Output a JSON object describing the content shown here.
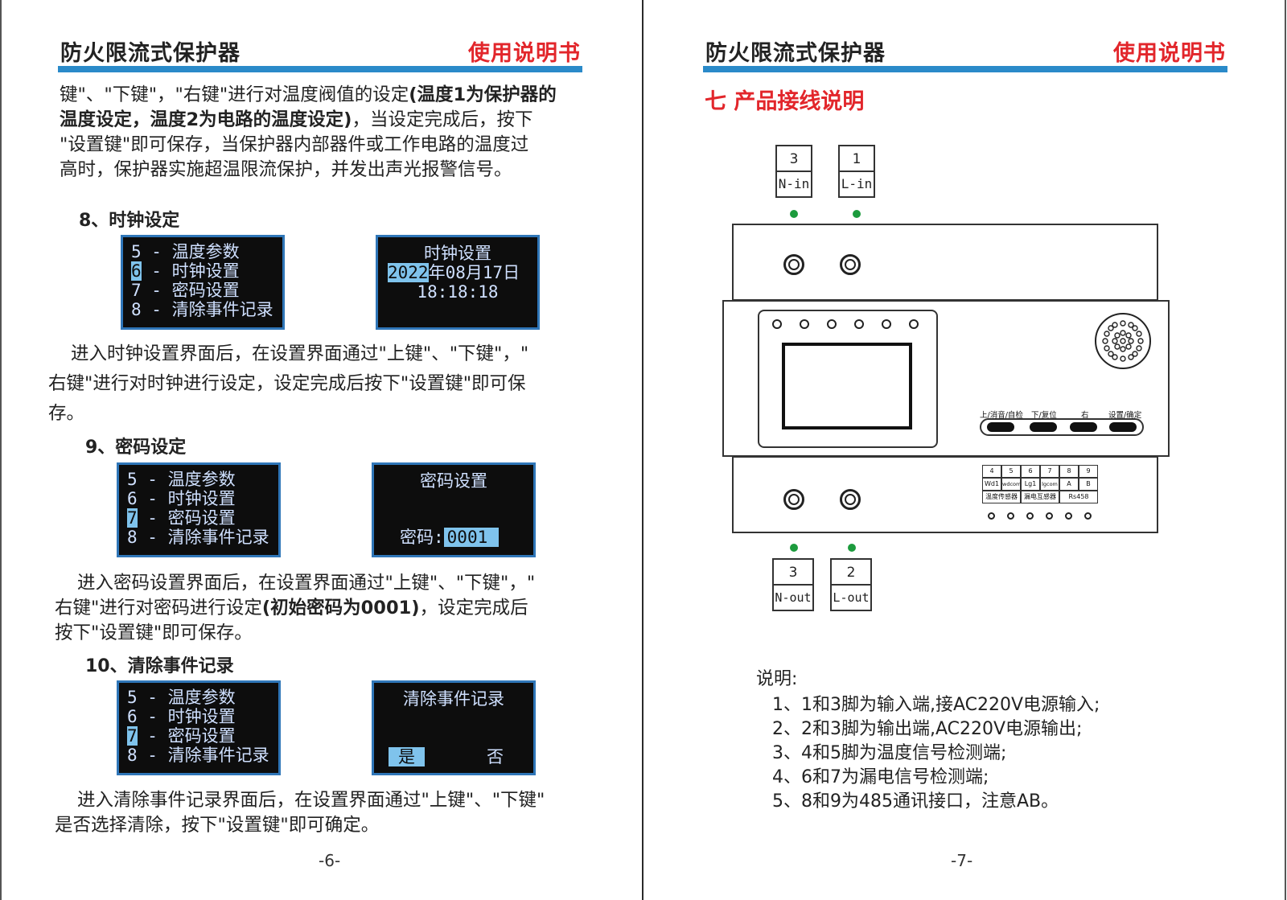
{
  "header": {
    "title": "防火限流式保护器",
    "manual": "使用说明书"
  },
  "left": {
    "intro_line1_pre": "键\"、\"下键\"，\"右键\"进行对温度阀值的设定",
    "intro_line1_bold": "(温度1为保护器的",
    "intro_line2_bold": "温度设定，温度2为电路的温度设定)",
    "intro_line2_post": "，当设定完成后，按下",
    "intro_line3": "\"设置键\"即可保存，当保护器内部器件或工作电路的温度过",
    "intro_line4": "高时，保护器实施超温限流保护，并发出声光报警信号。",
    "menu": [
      "5 - 温度参数",
      "6 - 时钟设置",
      "7 - 密码设置",
      "8 - 清除事件记录"
    ],
    "menu_hl": {
      "6": "6",
      "7": "7"
    },
    "menu_rest": {
      "6": " - 时钟设置",
      "7": " - 密码设置"
    },
    "clock": {
      "heading": "8、时钟设定",
      "screen_title": "时钟设置",
      "year": "2022",
      "date_rest": "年08月17日",
      "time": "18:18:18",
      "desc1": "进入时钟设置界面后，在设置界面通过\"上键\"、\"下键\"，\"",
      "desc2": "右键\"进行对时钟进行设定，设定完成后按下\"设置键\"即可保",
      "desc3": "存。"
    },
    "password": {
      "heading": "9、密码设定",
      "screen_title": "密码设置",
      "label": "密码:",
      "value": "0001",
      "desc1": "进入密码设置界面后，在设置界面通过\"上键\"、\"下键\"，\"",
      "desc2_pre": "右键\"进行对密码进行设定",
      "desc2_bold": "(初始密码为0001)",
      "desc2_post": "，设定完成后",
      "desc3": "按下\"设置键\"即可保存。"
    },
    "clear": {
      "heading": "10、清除事件记录",
      "screen_title": "清除事件记录",
      "yes": "是",
      "no": "否",
      "desc1": "进入清除事件记录界面后，在设置界面通过\"上键\"、\"下键\"",
      "desc2": "是否选择清除，按下\"设置键\"即可确定。"
    },
    "page_number": "-6-"
  },
  "right": {
    "section_title": "七  产品接线说明",
    "terminals_top": [
      {
        "num": "3",
        "label": "N-in"
      },
      {
        "num": "1",
        "label": "L-in"
      }
    ],
    "terminals_bottom": [
      {
        "num": "3",
        "label": "N-out"
      },
      {
        "num": "2",
        "label": "L-out"
      }
    ],
    "button_labels": [
      "上/消音/自检",
      "下/复位",
      "右",
      "设置/确定"
    ],
    "terminal_table": {
      "numbers": [
        "4",
        "5",
        "6",
        "7",
        "8",
        "9"
      ],
      "signals": [
        "Wd1",
        "wdcom",
        "Lg1",
        "lgcom",
        "A",
        "B"
      ],
      "groups": [
        "温度传感器",
        "漏电互感器",
        "Rs458"
      ]
    },
    "notes_title": "说明:",
    "notes": [
      "1、1和3脚为输入端,接AC220V电源输入;",
      "2、2和3脚为输出端,AC220V电源输出;",
      "3、4和5脚为温度信号检测端;",
      "4、6和7为漏电信号检测端;",
      "5、8和9为485通讯接口，注意AB。"
    ],
    "page_number": "-7-"
  },
  "colors": {
    "accent_blue": "#2a8ac9",
    "accent_red": "#e2262b",
    "lcd_bg": "#0d0d0d",
    "lcd_text": "#cfe0ff",
    "indicator_green": "#1c9b3d"
  }
}
